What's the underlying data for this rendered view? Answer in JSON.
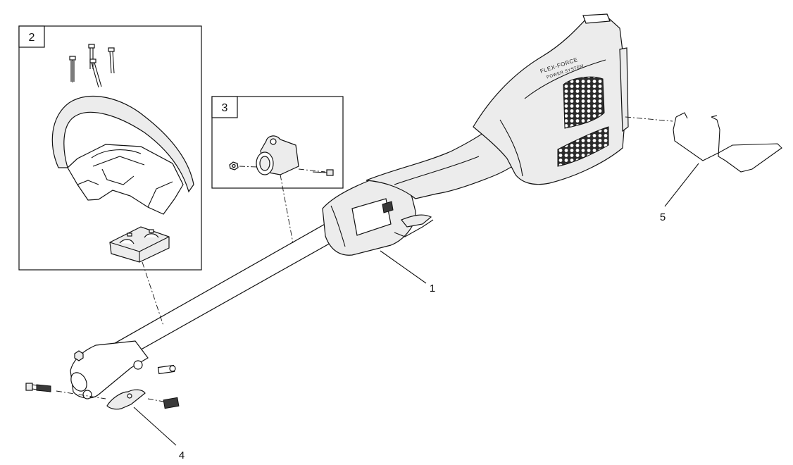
{
  "diagram": {
    "brand_line1": "FLEX-FORCE",
    "brand_line2": "POWER SYSTEM",
    "callouts": [
      "1",
      "2",
      "3",
      "4",
      "5"
    ],
    "boxes": [
      {
        "number": "2"
      },
      {
        "number": "3"
      }
    ]
  }
}
